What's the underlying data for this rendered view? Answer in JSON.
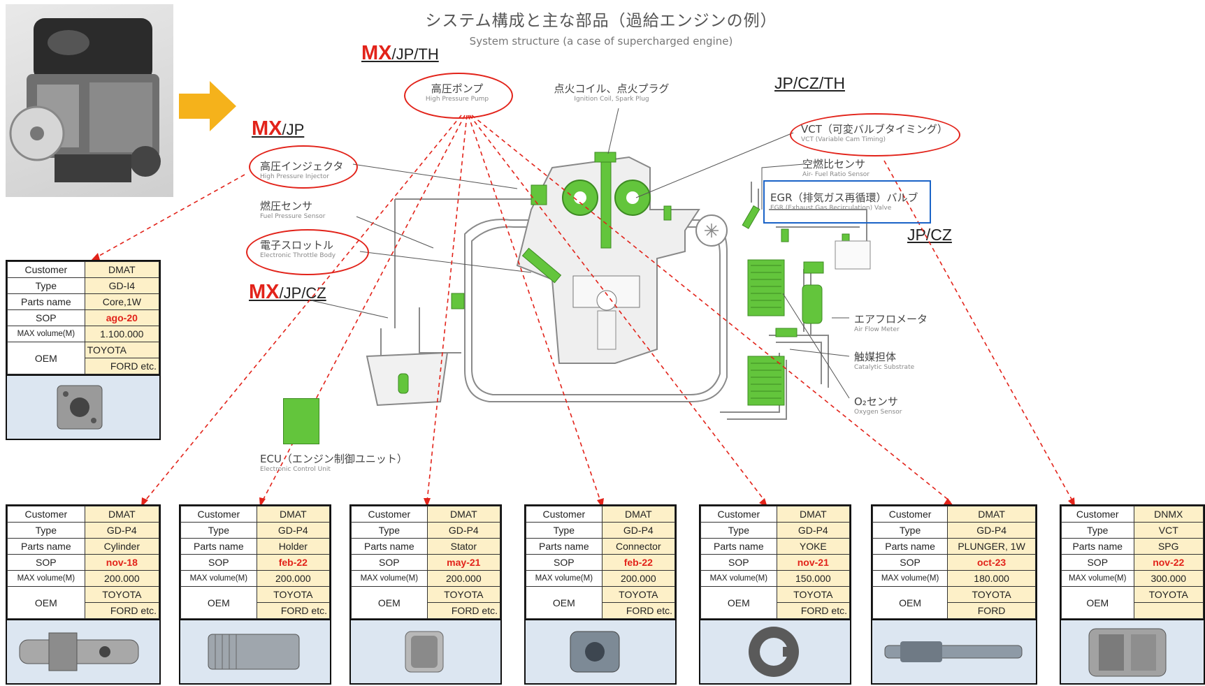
{
  "header": {
    "title_jp": "システム構成と主な部品（過給エンジンの例）",
    "title_en": "System structure (a case of supercharged engine)"
  },
  "regions": [
    {
      "mx": "MX",
      "rest": "/JP/TH"
    },
    {
      "mx": "MX",
      "rest": "/JP"
    },
    {
      "mx": "MX",
      "rest": "/JP/CZ"
    },
    {
      "mx": "",
      "rest": "JP/CZ/TH"
    },
    {
      "mx": "",
      "rest": "JP/CZ"
    }
  ],
  "labels": {
    "hp_pump": {
      "jp": "高圧ポンプ",
      "en": "High Pressure Pump"
    },
    "ignition": {
      "jp": "点火コイル、点火プラグ",
      "en": "Ignition Coil, Spark Plug"
    },
    "vct": {
      "jp": "VCT（可変バルブタイミング）",
      "en": "VCT (Variable Cam Timing)"
    },
    "af_sensor": {
      "jp": "空燃比センサ",
      "en": "Air- Fuel Ratio Sensor"
    },
    "egr": {
      "jp": "EGR（排気ガス再循環）バルブ",
      "en": "EGR (Exhaust Gas Recirculation) Valve"
    },
    "hp_injector": {
      "jp": "高圧インジェクタ",
      "en": "High Pressure Injector"
    },
    "fuel_sensor": {
      "jp": "燃圧センサ",
      "en": "Fuel Pressure Sensor"
    },
    "throttle": {
      "jp": "電子スロットル",
      "en": "Electronic Throttle Body"
    },
    "airflow": {
      "jp": "エアフロメータ",
      "en": "Air Flow Meter"
    },
    "catalyst": {
      "jp": "触媒担体",
      "en": "Catalytic Substrate"
    },
    "o2": {
      "jp": "O₂センサ",
      "en": "Oxygen Sensor"
    },
    "ecu": {
      "jp": "ECU（エンジン制御ユニット）",
      "en": "Electronic Control Unit"
    }
  },
  "row_keys": {
    "customer": "Customer",
    "type": "Type",
    "parts_name": "Parts name",
    "sop": "SOP",
    "max_volume": "MAX volume(M)",
    "oem": "OEM"
  },
  "parts": [
    {
      "customer": "DMAT",
      "type": "GD-I4",
      "parts_name": "Core,1W",
      "sop": "ago-20",
      "max_volume": "1.100.000",
      "oem1": "TOYOTA",
      "oem2": "FORD etc."
    },
    {
      "customer": "DMAT",
      "type": "GD-P4",
      "parts_name": "Cylinder",
      "sop": "nov-18",
      "max_volume": "200.000",
      "oem1": "TOYOTA",
      "oem2": "FORD etc."
    },
    {
      "customer": "DMAT",
      "type": "GD-P4",
      "parts_name": "Holder",
      "sop": "feb-22",
      "max_volume": "200.000",
      "oem1": "TOYOTA",
      "oem2": "FORD etc."
    },
    {
      "customer": "DMAT",
      "type": "GD-P4",
      "parts_name": "Stator",
      "sop": "may-21",
      "max_volume": "200.000",
      "oem1": "TOYOTA",
      "oem2": "FORD etc."
    },
    {
      "customer": "DMAT",
      "type": "GD-P4",
      "parts_name": "Connector",
      "sop": "feb-22",
      "max_volume": "200.000",
      "oem1": "TOYOTA",
      "oem2": "FORD etc."
    },
    {
      "customer": "DMAT",
      "type": "GD-P4",
      "parts_name": "YOKE",
      "sop": "nov-21",
      "max_volume": "150.000",
      "oem1": "TOYOTA",
      "oem2": "FORD etc."
    },
    {
      "customer": "DMAT",
      "type": "GD-P4",
      "parts_name": "PLUNGER, 1W",
      "sop": "oct-23",
      "max_volume": "180.000",
      "oem1": "TOYOTA",
      "oem2": "FORD"
    },
    {
      "customer": "DNMX",
      "type": "VCT",
      "parts_name": "SPG",
      "sop": "nov-22",
      "max_volume": "300.000",
      "oem1": "TOYOTA",
      "oem2": ""
    }
  ],
  "colors": {
    "accent_red": "#e2231a",
    "component_green": "#63c53c",
    "egr_blue": "#1a63c7",
    "value_cell": "#fdf0c8",
    "image_cell": "#dce6f1",
    "arrow_orange": "#f5b21b"
  }
}
